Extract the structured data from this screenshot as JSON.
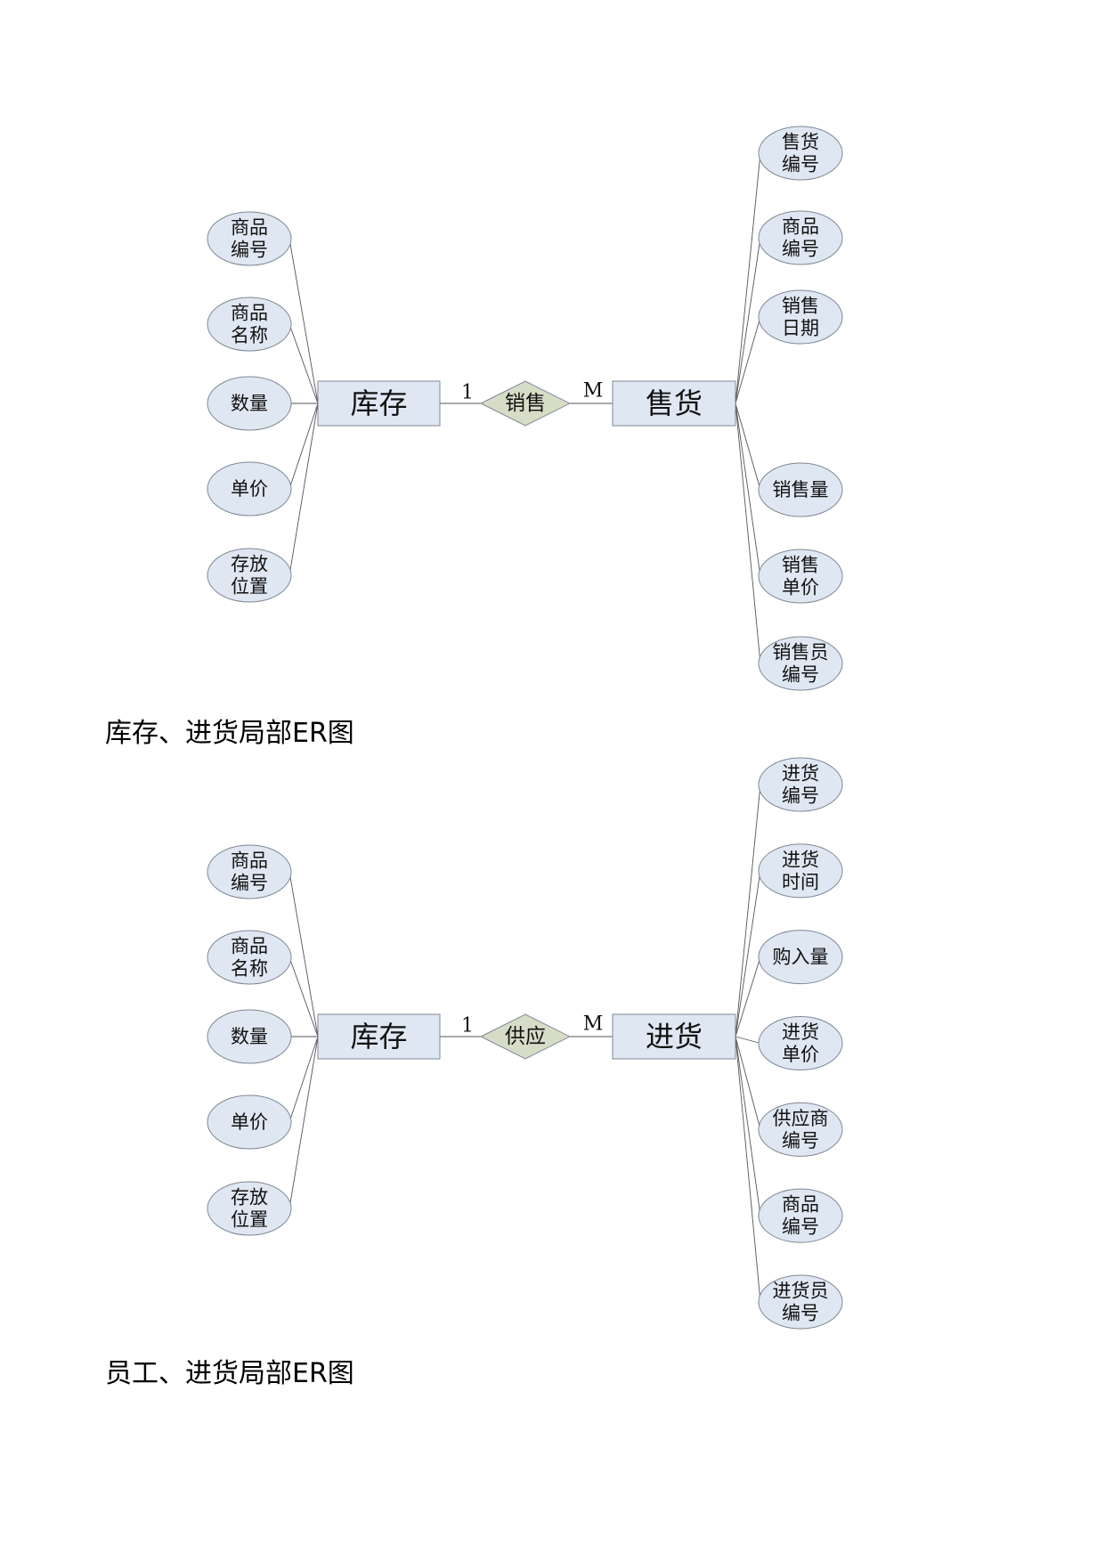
{
  "colors": {
    "entity_fill": "#dfe7f2",
    "attribute_fill": "#dfe7f2",
    "relationship_fill": "#d7dcc6",
    "stroke": "#7f8793",
    "edge": "#555555"
  },
  "diagrams": [
    {
      "left_entity": "库存",
      "relationship": "销售",
      "right_entity": "售货",
      "left_cardinality": "1",
      "right_cardinality": "M",
      "left_attributes": [
        [
          "商品",
          "编号"
        ],
        [
          "商品",
          "名称"
        ],
        [
          "数量"
        ],
        [
          "单价"
        ],
        [
          "存放",
          "位置"
        ]
      ],
      "right_attributes": [
        [
          "售货",
          "编号"
        ],
        [
          "商品",
          "编号"
        ],
        [
          "销售",
          "日期"
        ],
        [
          "销售量"
        ],
        [
          "销售",
          "单价"
        ],
        [
          "销售员",
          "编号"
        ]
      ],
      "caption": "库存、进货局部ER图"
    },
    {
      "left_entity": "库存",
      "relationship": "供应",
      "right_entity": "进货",
      "left_cardinality": "1",
      "right_cardinality": "M",
      "left_attributes": [
        [
          "商品",
          "编号"
        ],
        [
          "商品",
          "名称"
        ],
        [
          "数量"
        ],
        [
          "单价"
        ],
        [
          "存放",
          "位置"
        ]
      ],
      "right_attributes": [
        [
          "进货",
          "编号"
        ],
        [
          "进货",
          "时间"
        ],
        [
          "购入量"
        ],
        [
          "进货",
          "单价"
        ],
        [
          "供应商",
          "编号"
        ],
        [
          "商品",
          "编号"
        ],
        [
          "进货员",
          "编号"
        ]
      ],
      "caption": "员工、进货局部ER图"
    }
  ]
}
